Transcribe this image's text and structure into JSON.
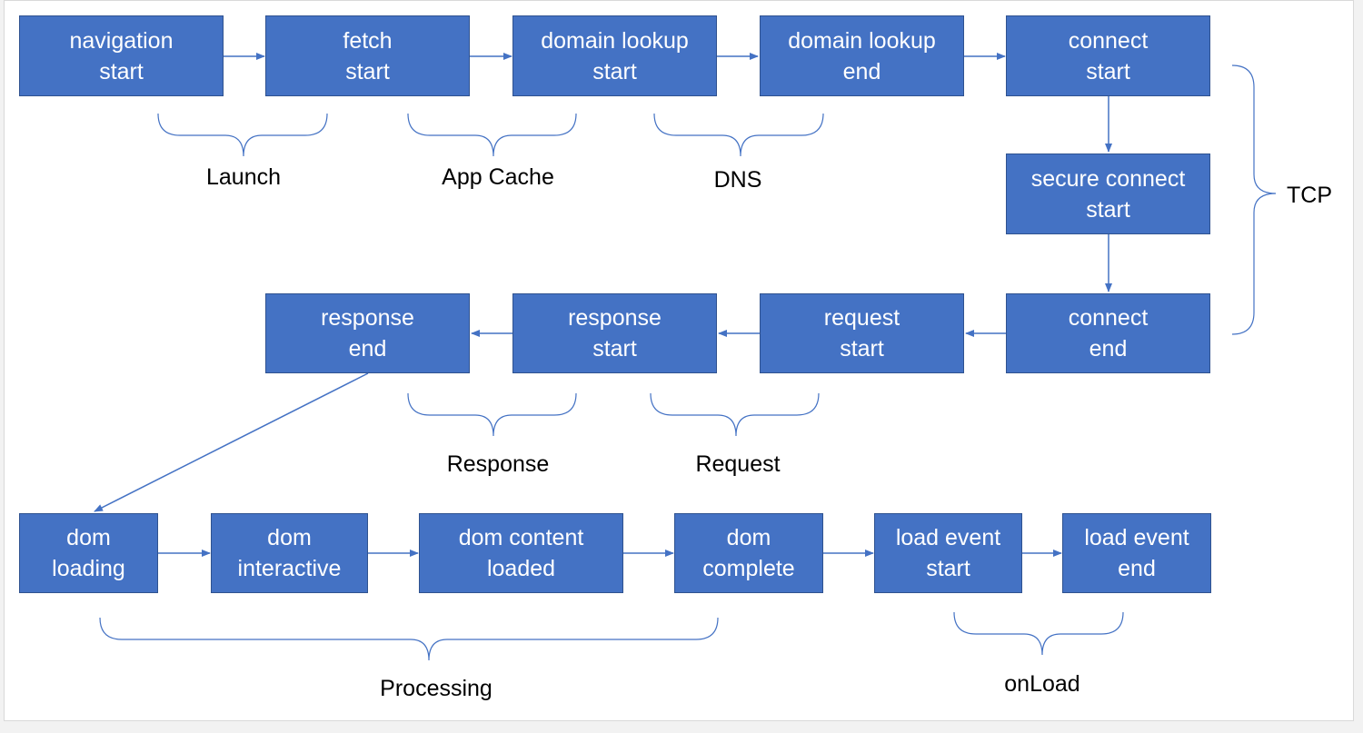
{
  "colors": {
    "box_fill": "#4472c4",
    "box_border": "#2f528f",
    "connector": "#4472c4",
    "text_on_box": "#ffffff",
    "label_text": "#000000"
  },
  "nodes": {
    "navigation_start": [
      "navigation",
      "start"
    ],
    "fetch_start": [
      "fetch",
      "start"
    ],
    "domain_lookup_start": [
      "domain lookup",
      "start"
    ],
    "domain_lookup_end": [
      "domain lookup",
      "end"
    ],
    "connect_start": [
      "connect",
      "start"
    ],
    "secure_connect_start": [
      "secure connect",
      "start"
    ],
    "connect_end": [
      "connect",
      "end"
    ],
    "request_start": [
      "request",
      "start"
    ],
    "response_start": [
      "response",
      "start"
    ],
    "response_end": [
      "response",
      "end"
    ],
    "dom_loading": [
      "dom",
      "loading"
    ],
    "dom_interactive": [
      "dom",
      "interactive"
    ],
    "dom_content_loaded": [
      "dom content",
      "loaded"
    ],
    "dom_complete": [
      "dom",
      "complete"
    ],
    "load_event_start": [
      "load event",
      "start"
    ],
    "load_event_end": [
      "load event",
      "end"
    ]
  },
  "phases": {
    "launch": "Launch",
    "app_cache": "App Cache",
    "dns": "DNS",
    "tcp": "TCP",
    "response": "Response",
    "request": "Request",
    "processing": "Processing",
    "onload": "onLoad"
  },
  "flow": [
    [
      "navigation_start",
      "fetch_start"
    ],
    [
      "fetch_start",
      "domain_lookup_start"
    ],
    [
      "domain_lookup_start",
      "domain_lookup_end"
    ],
    [
      "domain_lookup_end",
      "connect_start"
    ],
    [
      "connect_start",
      "secure_connect_start"
    ],
    [
      "secure_connect_start",
      "connect_end"
    ],
    [
      "connect_end",
      "request_start"
    ],
    [
      "request_start",
      "response_start"
    ],
    [
      "response_start",
      "response_end"
    ],
    [
      "response_end",
      "dom_loading"
    ],
    [
      "dom_loading",
      "dom_interactive"
    ],
    [
      "dom_interactive",
      "dom_content_loaded"
    ],
    [
      "dom_content_loaded",
      "dom_complete"
    ],
    [
      "dom_complete",
      "load_event_start"
    ],
    [
      "load_event_start",
      "load_event_end"
    ]
  ]
}
